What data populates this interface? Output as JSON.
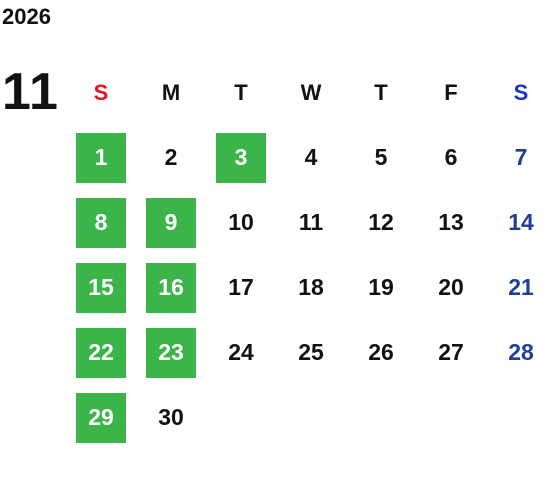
{
  "year": "2026",
  "month": "11",
  "weekdays": [
    "S",
    "M",
    "T",
    "W",
    "T",
    "F",
    "S"
  ],
  "highlight_color": "#3bb54a",
  "sunday_header_color": "#e8141c",
  "saturday_header_color": "#1535c8",
  "saturday_date_color": "#1d3f96",
  "weeks": [
    [
      {
        "day": "1",
        "hl": true
      },
      {
        "day": "2",
        "hl": false
      },
      {
        "day": "3",
        "hl": true
      },
      {
        "day": "4",
        "hl": false
      },
      {
        "day": "5",
        "hl": false
      },
      {
        "day": "6",
        "hl": false
      },
      {
        "day": "7",
        "hl": false
      }
    ],
    [
      {
        "day": "8",
        "hl": true
      },
      {
        "day": "9",
        "hl": true
      },
      {
        "day": "10",
        "hl": false
      },
      {
        "day": "11",
        "hl": false
      },
      {
        "day": "12",
        "hl": false
      },
      {
        "day": "13",
        "hl": false
      },
      {
        "day": "14",
        "hl": false
      }
    ],
    [
      {
        "day": "15",
        "hl": true
      },
      {
        "day": "16",
        "hl": true
      },
      {
        "day": "17",
        "hl": false
      },
      {
        "day": "18",
        "hl": false
      },
      {
        "day": "19",
        "hl": false
      },
      {
        "day": "20",
        "hl": false
      },
      {
        "day": "21",
        "hl": false
      }
    ],
    [
      {
        "day": "22",
        "hl": true
      },
      {
        "day": "23",
        "hl": true
      },
      {
        "day": "24",
        "hl": false
      },
      {
        "day": "25",
        "hl": false
      },
      {
        "day": "26",
        "hl": false
      },
      {
        "day": "27",
        "hl": false
      },
      {
        "day": "28",
        "hl": false
      }
    ],
    [
      {
        "day": "29",
        "hl": true
      },
      {
        "day": "30",
        "hl": false
      },
      {
        "day": "",
        "hl": false
      },
      {
        "day": "",
        "hl": false
      },
      {
        "day": "",
        "hl": false
      },
      {
        "day": "",
        "hl": false
      },
      {
        "day": "",
        "hl": false
      }
    ]
  ]
}
